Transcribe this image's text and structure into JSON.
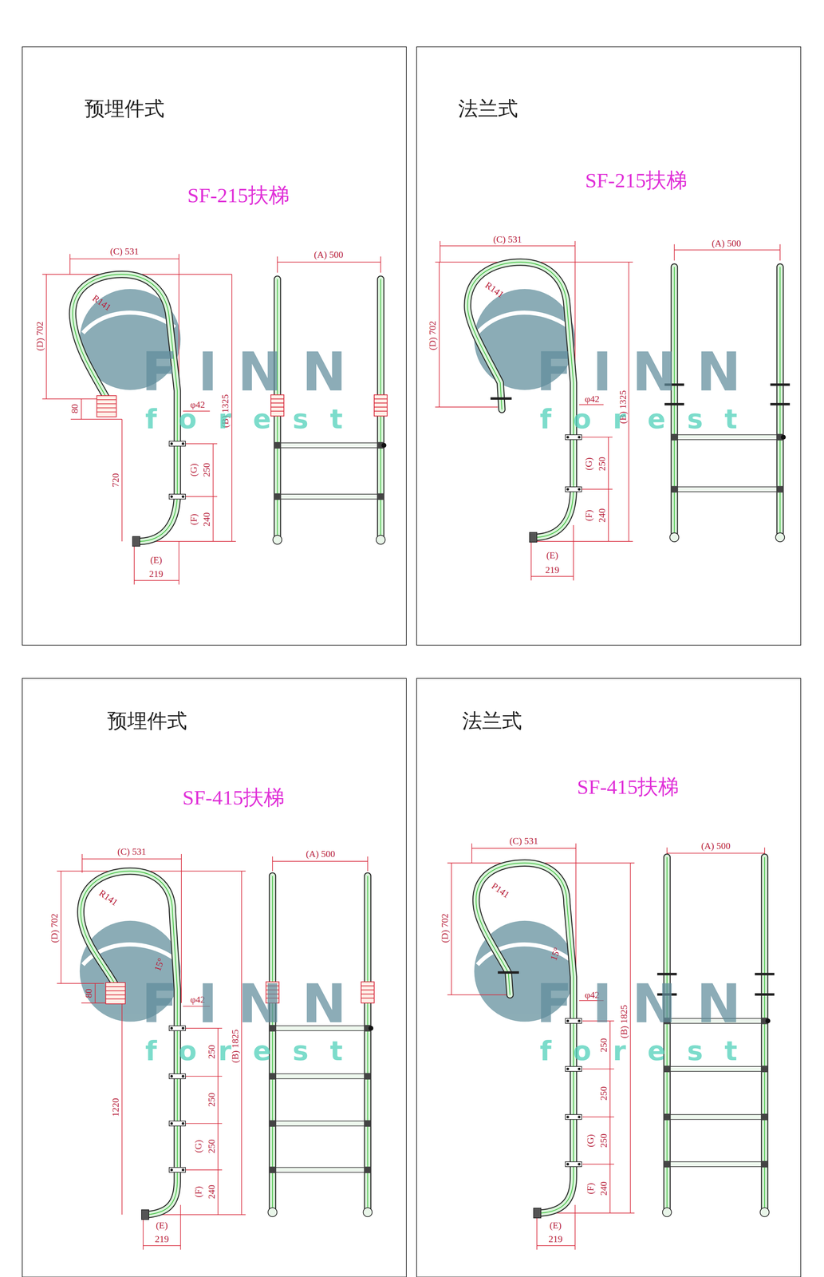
{
  "diagram": {
    "nodes": [
      {
        "text": [
          "预埋件式",
          "SF-215扶梯"
        ]
      },
      {
        "text": [
          "法兰式",
          "SF-215扶梯"
        ]
      },
      {
        "text": [
          "预埋件式",
          "SF-415扶梯"
        ]
      },
      {
        "text": [
          "法兰式",
          "SF-415扶梯"
        ]
      }
    ],
    "labels": [
      "(C) 531",
      "(A) 500",
      "R141",
      "(D) 702",
      "80",
      "φ42",
      "(B) 1325",
      "720",
      "(G)",
      "250",
      "(F)",
      "240",
      "(E)",
      "219",
      "FINN",
      "forest",
      "(C) 531",
      "(A) 500",
      "R141",
      "(D) 702",
      "φ42",
      "(B) 1325",
      "(G)",
      "250",
      "(F)",
      "240",
      "(E)",
      "219",
      "FINN",
      "forest",
      "(C) 531",
      "(A) 500",
      "R141",
      "(D) 702",
      "15°",
      "80",
      "φ42",
      "(B) 1825",
      "1220",
      "250",
      "250",
      "(G)",
      "250",
      "(F)",
      "240",
      "(E)",
      "219",
      "FINN",
      "forest",
      "(C) 531",
      "(A) 500",
      "P141",
      "(D) 702",
      "15°",
      "φ42",
      "(B) 1825",
      "250",
      "250",
      "(G)",
      "250",
      "(F)",
      "240",
      "(E)",
      "219",
      "FINN",
      "forest"
    ]
  }
}
